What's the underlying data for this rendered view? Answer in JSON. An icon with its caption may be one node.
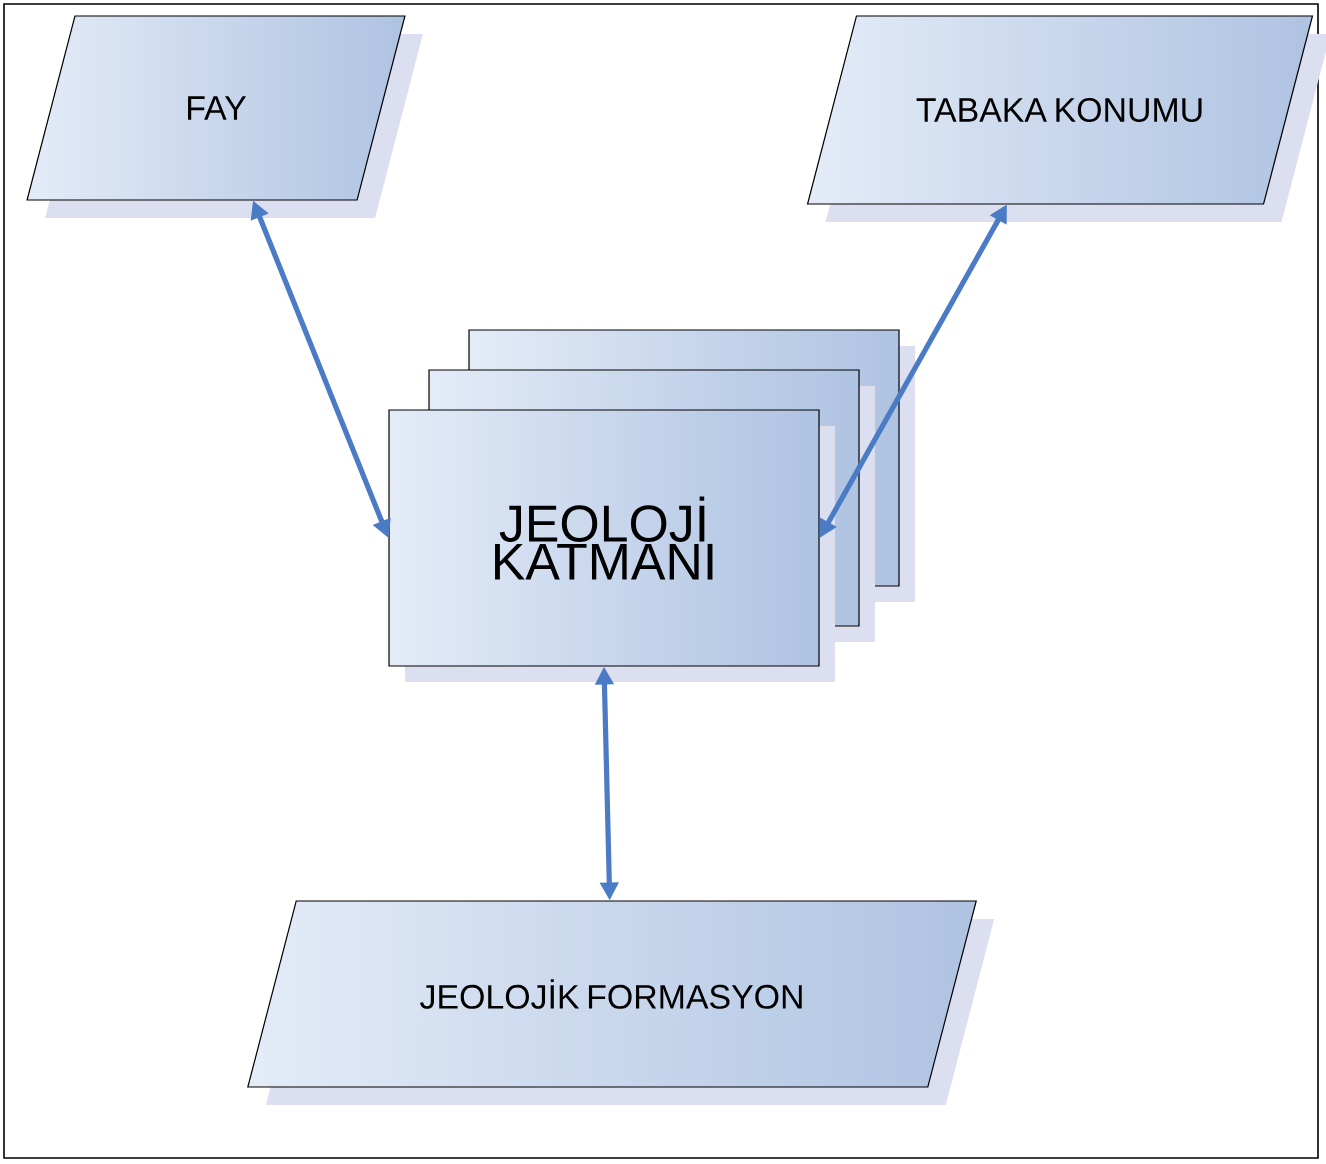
{
  "diagram": {
    "nodes": [
      {
        "text": [
          "FAY"
        ]
      },
      {
        "text": [
          "TABAKA KONUMU"
        ]
      },
      {
        "text": [
          "JEOLOJİ KATMANI"
        ]
      },
      {
        "text": [
          "JEOLOJİK FORMASYON"
        ]
      }
    ],
    "edges": [
      {
        "from": 0,
        "to": 2,
        "arrow": "both"
      },
      {
        "from": 1,
        "to": 2,
        "arrow": "both"
      },
      {
        "from": 2,
        "to": 3,
        "arrow": "both"
      }
    ]
  }
}
